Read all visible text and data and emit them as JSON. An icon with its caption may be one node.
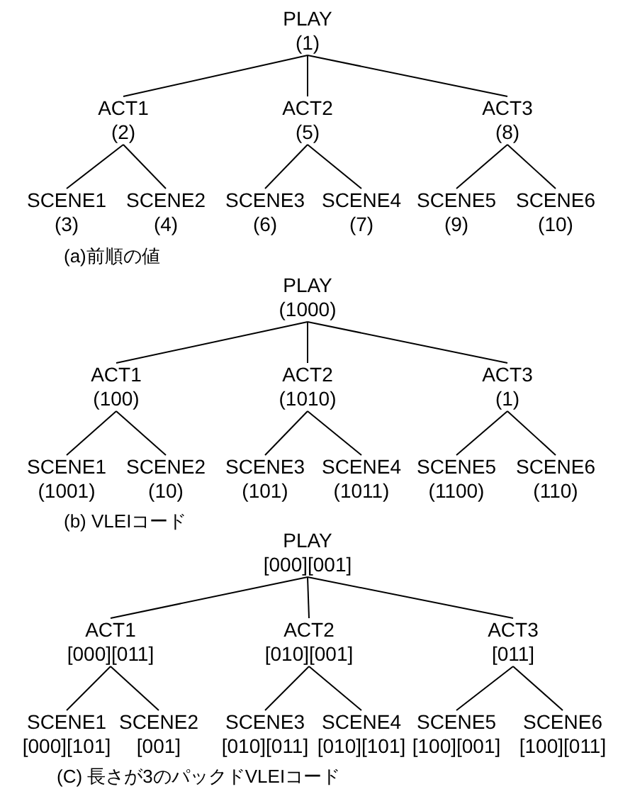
{
  "diagram": {
    "nodes": [
      {
        "text": [
          "PLAY",
          "(1)"
        ]
      },
      {
        "text": [
          "ACT1",
          "(2)"
        ]
      },
      {
        "text": [
          "ACT2",
          "(5)"
        ]
      },
      {
        "text": [
          "ACT3",
          "(8)"
        ]
      },
      {
        "text": [
          "SCENE1",
          "(3)"
        ]
      },
      {
        "text": [
          "SCENE2",
          "(4)"
        ]
      },
      {
        "text": [
          "SCENE3",
          "(6)"
        ]
      },
      {
        "text": [
          "SCENE4",
          "(7)"
        ]
      },
      {
        "text": [
          "SCENE5",
          "(9)"
        ]
      },
      {
        "text": [
          "SCENE6",
          "(10)"
        ]
      },
      {
        "text": [
          "PLAY",
          "(1000)"
        ]
      },
      {
        "text": [
          "ACT1",
          "(100)"
        ]
      },
      {
        "text": [
          "ACT2",
          "(1010)"
        ]
      },
      {
        "text": [
          "ACT3",
          "(1)"
        ]
      },
      {
        "text": [
          "SCENE1",
          "(1001)"
        ]
      },
      {
        "text": [
          "SCENE2",
          "(10)"
        ]
      },
      {
        "text": [
          "SCENE3",
          "(101)"
        ]
      },
      {
        "text": [
          "SCENE4",
          "(1011)"
        ]
      },
      {
        "text": [
          "SCENE5",
          "(1100)"
        ]
      },
      {
        "text": [
          "SCENE6",
          "(110)"
        ]
      },
      {
        "text": [
          "PLAY",
          "[000][001]"
        ]
      },
      {
        "text": [
          "ACT1",
          "[000][011]"
        ]
      },
      {
        "text": [
          "ACT2",
          "[010][001]"
        ]
      },
      {
        "text": [
          "ACT3",
          "[011]"
        ]
      },
      {
        "text": [
          "SCENE1",
          "[000][101]"
        ]
      },
      {
        "text": [
          "SCENE2",
          "[001]"
        ]
      },
      {
        "text": [
          "SCENE3",
          "[010][011]"
        ]
      },
      {
        "text": [
          "SCENE4",
          "[010][101]"
        ]
      },
      {
        "text": [
          "SCENE5",
          "[100][001]"
        ]
      },
      {
        "text": [
          "SCENE6",
          "[100][011]"
        ]
      }
    ],
    "edges": [
      {
        "from": 0,
        "to": 1,
        "arrow": "none"
      },
      {
        "from": 0,
        "to": 2,
        "arrow": "none"
      },
      {
        "from": 0,
        "to": 3,
        "arrow": "none"
      },
      {
        "from": 1,
        "to": 4,
        "arrow": "none"
      },
      {
        "from": 1,
        "to": 5,
        "arrow": "none"
      },
      {
        "from": 2,
        "to": 6,
        "arrow": "none"
      },
      {
        "from": 2,
        "to": 7,
        "arrow": "none"
      },
      {
        "from": 3,
        "to": 8,
        "arrow": "none"
      },
      {
        "from": 3,
        "to": 9,
        "arrow": "none"
      },
      {
        "from": 10,
        "to": 11,
        "arrow": "none"
      },
      {
        "from": 10,
        "to": 12,
        "arrow": "none"
      },
      {
        "from": 10,
        "to": 13,
        "arrow": "none"
      },
      {
        "from": 11,
        "to": 14,
        "arrow": "none"
      },
      {
        "from": 11,
        "to": 15,
        "arrow": "none"
      },
      {
        "from": 12,
        "to": 16,
        "arrow": "none"
      },
      {
        "from": 12,
        "to": 17,
        "arrow": "none"
      },
      {
        "from": 13,
        "to": 18,
        "arrow": "none"
      },
      {
        "from": 13,
        "to": 19,
        "arrow": "none"
      },
      {
        "from": 20,
        "to": 21,
        "arrow": "none"
      },
      {
        "from": 20,
        "to": 22,
        "arrow": "none"
      },
      {
        "from": 20,
        "to": 23,
        "arrow": "none"
      },
      {
        "from": 21,
        "to": 24,
        "arrow": "none"
      },
      {
        "from": 21,
        "to": 25,
        "arrow": "none"
      },
      {
        "from": 22,
        "to": 26,
        "arrow": "none"
      },
      {
        "from": 22,
        "to": 27,
        "arrow": "none"
      },
      {
        "from": 23,
        "to": 28,
        "arrow": "none"
      },
      {
        "from": 23,
        "to": 29,
        "arrow": "none"
      }
    ],
    "labels": [
      "(a)前順の値",
      "(b) VLEIコード",
      "(C) 長さが3のパックドVLEIコード"
    ]
  }
}
